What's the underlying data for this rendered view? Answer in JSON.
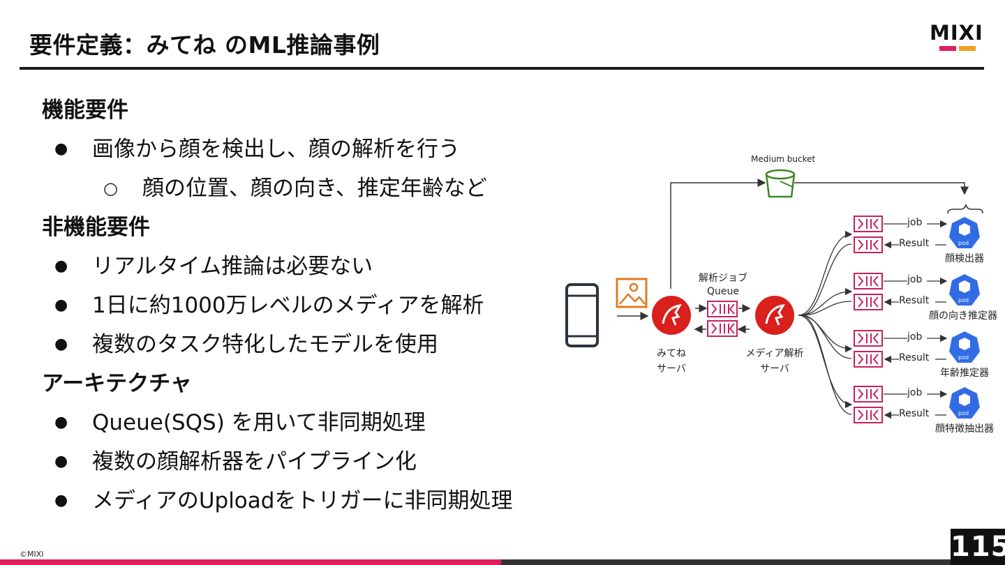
{
  "slide": {
    "title": "要件定義：みてね のML推論事例",
    "logo": "MIXI",
    "copyright": "©MIXI",
    "page_number": "115"
  },
  "content": {
    "functional_heading": "機能要件",
    "functional_item_1": "画像から顔を検出し、顔の解析を行う",
    "functional_sub_1": "顔の位置、顔の向き、推定年齢など",
    "nonfunctional_heading": "非機能要件",
    "nonfunctional_items": [
      "リアルタイム推論は必要ない",
      "1日に約1000万レベルのメディアを解析",
      "複数のタスク特化したモデルを使用"
    ],
    "architecture_heading": "アーキテクチャ",
    "architecture_items": [
      "Queue(SQS) を用いて非同期処理",
      "複数の顔解析器をパイプライン化",
      "メディアのUploadをトリガーに非同期処理"
    ],
    "bullet": "●",
    "sub_bullet": "○"
  },
  "diagram": {
    "bucket_label": "Medium bucket",
    "queue_label_1": "解析ジョブ",
    "queue_label_2": "Queue",
    "app_server_1": "みてね",
    "app_server_2": "サーバ",
    "media_server_1": "メディア解析",
    "media_server_2": "サーバ",
    "job_label": "job",
    "result_label": "Result",
    "pod_label": "pod",
    "workers": [
      "顔検出器",
      "顔の向き推定器",
      "年齢推定器",
      "顔特徴抽出器"
    ],
    "colors": {
      "ruby": "#d9201d",
      "queue": "#c7215d",
      "pod": "#326ce5",
      "bucket": "#3f8624",
      "image": "#e07b1f"
    }
  }
}
